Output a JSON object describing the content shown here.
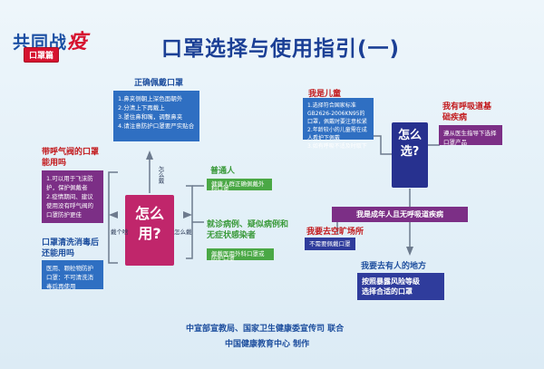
{
  "header": {
    "logo_line1_a": "共同战",
    "logo_line1_b": "疫",
    "logo_tag": "口罩篇",
    "title": "口罩选择与使用指引(一)"
  },
  "left": {
    "center_label_top": "怎么",
    "center_label_bottom": "用?",
    "arrow_left_label": "戴个啥",
    "arrow_up_label": "怎么戴",
    "arrow_right_label": "怎么戴",
    "correct_heading": "正确佩戴口罩",
    "correct_steps": "1.鼻夹侧朝上深色面朝外\n2.分清上下再戴上\n3.罩住鼻和嘴，调整鼻夹\n4.请注意防护口罩要严实贴合",
    "valve_heading": "带呼气阀的口罩能用吗",
    "valve_body": "1.可以用于飞沫防护，保护佩戴者\n2.疫情期间、建议使用没有呼气阀的\n口罩防护更佳",
    "wash_heading": "口罩清洗消毒后还能用吗",
    "wash_body": "医用、颗粒物防护口罩：不可清洗消毒后再使用",
    "normal_heading": "普通人",
    "normal_body": "健康人群正确佩戴外科口罩",
    "clinic_heading": "就诊病例、疑似病例和无症状感染者",
    "clinic_body": "佩戴医用外科口罩或防护口罩"
  },
  "right": {
    "center_label": "怎么选?",
    "child_heading": "我是儿童",
    "child_body": "1.选择符合国家标准GB2626-2006KN95的\n口罩，佩戴时要注意松紧\n2.年龄较小的儿童需在成人看护下佩戴\n3.如有呼吸不适及时取下",
    "resp_heading": "我有呼吸道基础疾病",
    "resp_body": "遵从医生指导下选择口罩产品",
    "adult_bar": "我是成年人且无呼吸道疾病",
    "public_heading": "我要去空旷场所",
    "public_body": "不需要佩戴口罩",
    "crowd_heading": "我要去有人的地方",
    "crowd_body": "按照暴露风险等级\n选择合适的口罩"
  },
  "footer": {
    "line1": "中宣部宣教局、国家卫生健康委宣传司    联合",
    "line2": "中国健康教育中心    制作"
  },
  "colors": {
    "title": "#1b3f95",
    "accent_red": "#d6122f",
    "box_blue": "#2f6fc2",
    "box_purple": "#7c2f86",
    "box_green": "#4aa845",
    "box_orange": "#e88c22",
    "center_pink": "#c0266b",
    "center_navy": "#27318f"
  }
}
